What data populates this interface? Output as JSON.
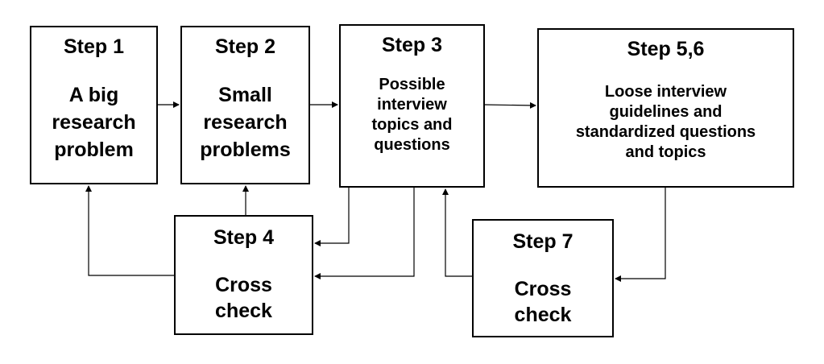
{
  "boxes": {
    "step1": {
      "step": "Step 1",
      "text": "A big\nresearch\nproblem"
    },
    "step2": {
      "step": "Step 2",
      "text": "Small\nresearch\nproblems"
    },
    "step3": {
      "step": "Step 3",
      "text": "Possible\ninterview\ntopics and\nquestions"
    },
    "step56": {
      "step": "Step 5,6",
      "text": "Loose interview\nguidelines and\nstandardized questions\nand topics"
    },
    "step4": {
      "step": "Step 4",
      "text": "Cross\ncheck"
    },
    "step7": {
      "step": "Step 7",
      "text": "Cross\ncheck"
    }
  },
  "colors": {
    "line": "#000000",
    "box_border": "#000000",
    "background": "#ffffff"
  }
}
